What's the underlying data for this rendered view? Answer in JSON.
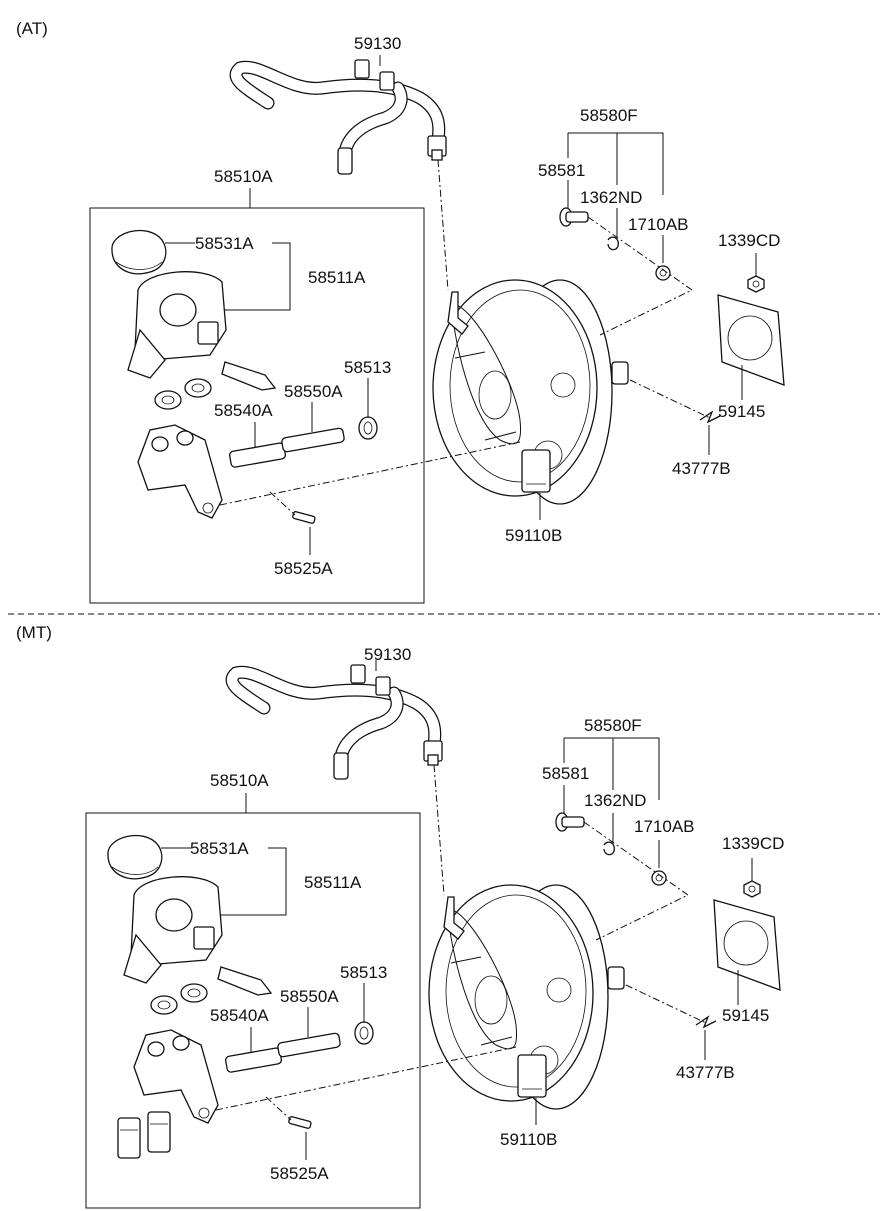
{
  "sections": [
    {
      "variant": "(AT)",
      "labels": {
        "hose": "59130",
        "master_cylinder_assy": "58510A",
        "cap": "58531A",
        "reservoir": "58511A",
        "seal": "58513",
        "piston_secondary": "58550A",
        "piston_primary": "58540A",
        "stopper_bolt": "58525A",
        "clevis_kit": "58580F",
        "clevis_pin": "58581",
        "snap_pin": "1362ND",
        "washer": "1710AB",
        "nut": "1339CD",
        "gasket": "59145",
        "clip": "43777B",
        "booster": "59110B"
      }
    },
    {
      "variant": "(MT)",
      "labels": {
        "hose": "59130",
        "master_cylinder_assy": "58510A",
        "cap": "58531A",
        "reservoir": "58511A",
        "seal": "58513",
        "piston_secondary": "58550A",
        "piston_primary": "58540A",
        "stopper_bolt": "58525A",
        "clevis_kit": "58580F",
        "clevis_pin": "58581",
        "snap_pin": "1362ND",
        "washer": "1710AB",
        "nut": "1339CD",
        "gasket": "59145",
        "clip": "43777B",
        "booster": "59110B"
      }
    }
  ]
}
